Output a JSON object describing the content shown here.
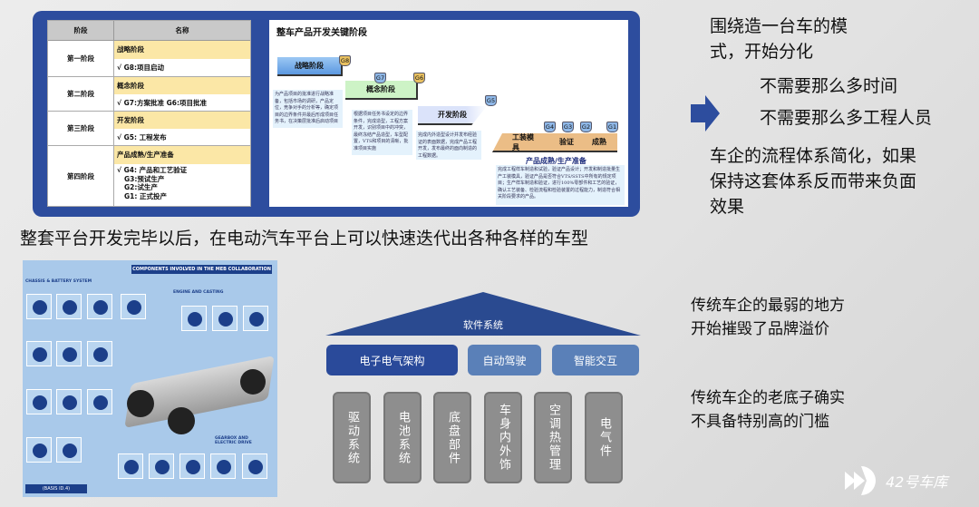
{
  "table": {
    "headers": [
      "阶段",
      "名称"
    ],
    "rows": [
      {
        "stage": "第一阶段",
        "title": "战略阶段",
        "items": [
          "√ G8:项目启动"
        ]
      },
      {
        "stage": "第二阶段",
        "title": "概念阶段",
        "items": [
          "√ G7:方案批准   G6:项目批准"
        ]
      },
      {
        "stage": "第三阶段",
        "title": "开发阶段",
        "items": [
          "√ G5: 工程发布"
        ]
      },
      {
        "stage": "第四阶段",
        "title": "产品成熟/生产准备",
        "items": [
          "√ G4: 产品和工艺验证",
          "G3:预试生产",
          "G2:试生产",
          "G1: 正式投产"
        ]
      }
    ]
  },
  "diagram": {
    "title": "整车产品开发关键阶段",
    "stages": [
      "战略阶段",
      "概念阶段",
      "开发阶段",
      "工装模具",
      "验证",
      "成熟"
    ],
    "final_label": "产品成熟/生产准备",
    "gates": [
      "G8",
      "G7",
      "G6",
      "G5",
      "G4",
      "G3",
      "G2",
      "G1"
    ],
    "descriptions": [
      "为产品项目的批准进行战略准备，包括市场的调研，产品定位，竞争对手的分析等，确定项目的边界条件并最后形成项目任务书，在决策层批准后启动项目",
      "根据项目任务书设定的边界条件，完成造型，工程方案开发，识别项目中的冲突，最终冻结产品造型，车型配置，VTS和项目的清晰，批准项目实施",
      "完成内外造型设计并发布经验证的表面数据，完成产品工程开发，发布最终的面向制造的工程数据。",
      "完成工程样车制造和试验，验证产品设计；开发和制造批量生产工装模具，验证产品是否符合VTS/SSTS中所有的规定项目；生产样车制造和验证，进行100%零部件和工艺的验证，确认工艺装备、检验流程和检验装置的过程能力，制造符合相关阶段要求的产品。"
    ]
  },
  "caption": "整套平台开发完毕以后，在电动汽车平台上可以快速迭代出各种各样的车型",
  "meb": {
    "title": "COMPONENTS INVOLVED IN THE MEB COLLABORATION",
    "chassis": "CHASSIS & BATTERY SYSTEM",
    "engine": "ENGINE AND CASTING",
    "gearbox": "GEARBOX AND ELECTRIC DRIVE",
    "basis": "(BASIS ID.4)"
  },
  "pyramid": {
    "roof": "软件系统",
    "layer": [
      "电子电气架构",
      "自动驾驶",
      "智能交互"
    ],
    "pillars": [
      "驱动系统",
      "电池系统",
      "底盘部件",
      "车身内外饰",
      "空调热管理",
      "电气件"
    ]
  },
  "right": {
    "t1": "围绕造一台车的模式，开始分化",
    "t2": "不需要那么多时间",
    "t3": "不需要那么多工程人员",
    "t4": "车企的流程体系简化，如果保持这套体系反而带来负面效果",
    "t5a": "传统车企的最弱的地方",
    "t5b": "开始摧毁了品牌溢价",
    "t6": "传统车企的老底子确实不具备特别高的门槛"
  },
  "logo": {
    "text": "42号车库"
  },
  "colors": {
    "frame": "#2d4d9e",
    "dark_blue": "#2a4a9a",
    "mid_blue": "#5a80b8",
    "pillar": "#8e8e8e"
  }
}
